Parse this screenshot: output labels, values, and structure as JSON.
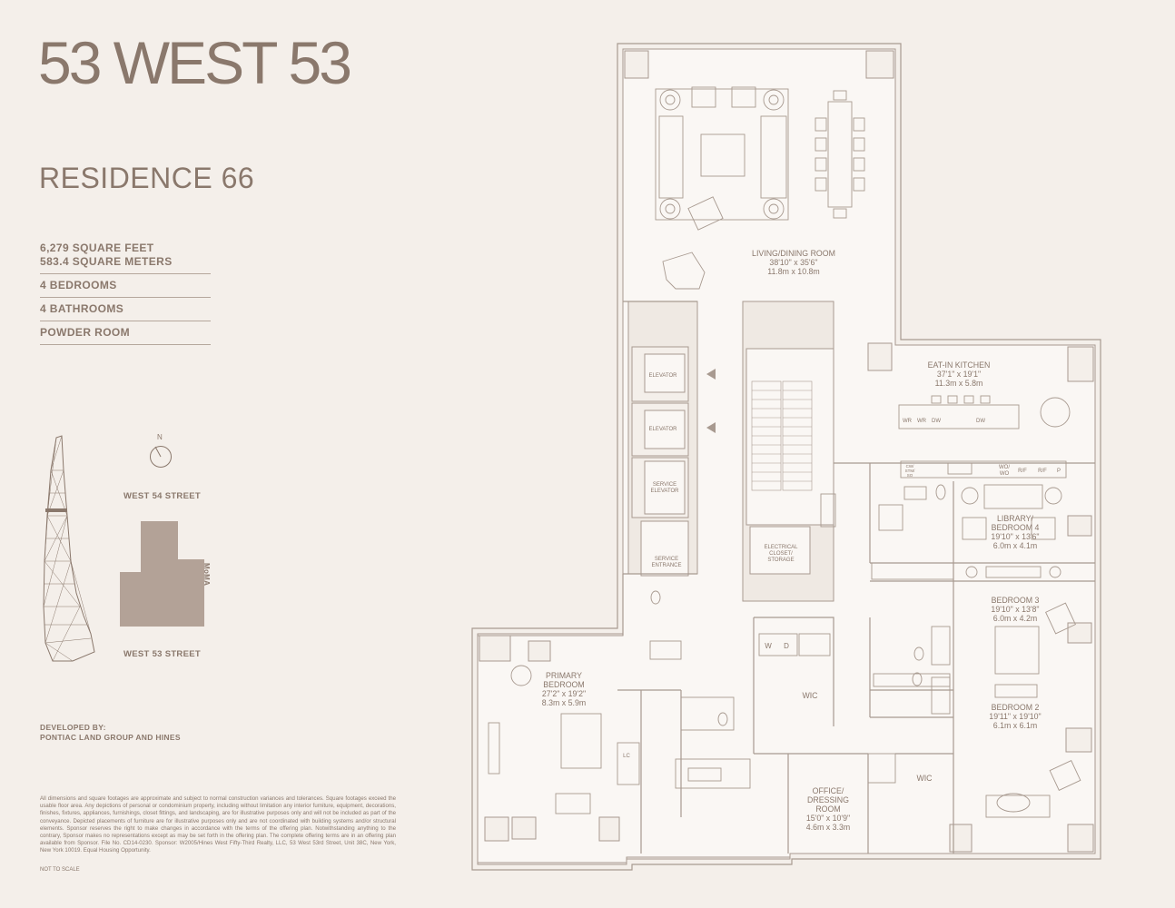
{
  "header": {
    "title": "53 WEST 53",
    "subtitle": "RESIDENCE 66"
  },
  "specs": {
    "area_ft": "6,279 SQUARE FEET",
    "area_m": "583.4 SQUARE METERS",
    "bedrooms": "4 BEDROOMS",
    "bathrooms": "4 BATHROOMS",
    "powder": "POWDER ROOM"
  },
  "site": {
    "north": "N",
    "street_north": "WEST 54 STREET",
    "street_south": "WEST 53 STREET",
    "museum": "MoMA"
  },
  "developer": {
    "line1": "DEVELOPED BY:",
    "line2": "PONTIAC LAND GROUP AND HINES"
  },
  "disclaimer": "All dimensions and square footages are approximate and subject to normal construction variances and tolerances. Square footages exceed the usable floor area. Any depictions of personal or condominium property, including without limitation any interior furniture, equipment, decorations, finishes, fixtures, appliances, furnishings, closet fittings, and landscaping, are for illustrative purposes only and will not be included as part of the conveyance. Depicted placements of furniture are for illustrative purposes only and are not coordinated with building systems and/or structural elements. Sponsor reserves the right to make changes in accordance with the terms of the offering plan. Notwithstanding anything to the contrary, Sponsor makes no representations except as may be set forth in the offering plan. The complete offering terms are in an offering plan available from Sponsor. File No. CD14-0230. Sponsor: W2005/Hines West Fifty-Third Realty, LLC, 53 West 53rd Street, Unit 38C, New York, New York 10019. Equal Housing Opportunity.",
  "not_to_scale": "NOT TO SCALE",
  "rooms": {
    "living": {
      "name": "LIVING/DINING ROOM",
      "ft": "38'10\" x 35'6\"",
      "m": "11.8m x 10.8m"
    },
    "kitchen": {
      "name": "EAT-IN KITCHEN",
      "ft": "37'1\" x 19'1\"",
      "m": "11.3m x 5.8m"
    },
    "library": {
      "name1": "LIBRARY/",
      "name2": "BEDROOM 4",
      "ft": "19'10\" x 13'6\"",
      "m": "6.0m x 4.1m"
    },
    "bed3": {
      "name": "BEDROOM 3",
      "ft": "19'10\" x 13'8\"",
      "m": "6.0m x 4.2m"
    },
    "bed2": {
      "name": "BEDROOM 2",
      "ft": "19'11\" x 19'10\"",
      "m": "6.1m x 6.1m"
    },
    "primary": {
      "name1": "PRIMARY",
      "name2": "BEDROOM",
      "ft": "27'2\" x 19'2\"",
      "m": "8.3m x 5.9m"
    },
    "office": {
      "name1": "OFFICE/",
      "name2": "DRESSING",
      "name3": "ROOM",
      "ft": "15'0\" x 10'9\"",
      "m": "4.6m x 3.3m"
    },
    "electrical": {
      "line1": "ELECTRICAL",
      "line2": "CLOSET/",
      "line3": "STORAGE"
    },
    "elevator1": "ELEVATOR",
    "elevator2": "ELEVATOR",
    "service_elev": {
      "line1": "SERVICE",
      "line2": "ELEVATOR"
    },
    "service_entr": {
      "line1": "SERVICE",
      "line2": "ENTRANCE"
    },
    "wic1": "WIC",
    "wic2": "WIC",
    "lc": "LC"
  },
  "appliances": {
    "wr1": "WR",
    "wr2": "WR",
    "dw1": "DW",
    "dw2": "DW",
    "cw1": "CW/",
    "cw2": "STM/",
    "cw3": "SO",
    "wo1": "WO/",
    "wo2": "WO",
    "rf1": "R/F",
    "rf2": "R/F",
    "p": "P",
    "w": "W",
    "d": "D"
  },
  "colors": {
    "background": "#f4efea",
    "text": "#8a786c",
    "wall": "#b8aba1",
    "site_block": "#b3a297"
  }
}
